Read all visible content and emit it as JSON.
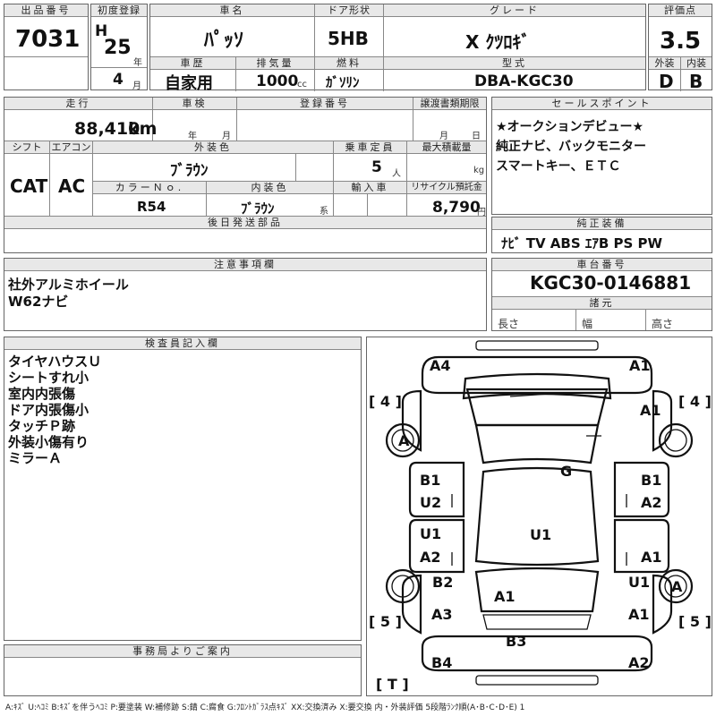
{
  "header": {
    "lot_label": "出品番号",
    "lot": "7031",
    "reg_label": "初度登録",
    "era": "H",
    "reg_year": "25",
    "year_unit": "年",
    "reg_month": "4",
    "month_unit": "月",
    "name_label": "車名",
    "name": "ﾊﾟｯｿ",
    "door_label": "ドア形状",
    "door": "5HB",
    "grade_label": "グレード",
    "grade": "X ｸﾂﾛｷﾞ",
    "score_label": "評価点",
    "score": "3.5",
    "history_label": "車歴",
    "history": "自家用",
    "disp_label": "排気量",
    "disp": "1000",
    "disp_unit": "cc",
    "fuel_label": "燃料",
    "fuel": "ｶﾞｿﾘﾝ",
    "model_label": "型式",
    "model": "DBA-KGC30",
    "ext_label": "外装",
    "ext": "D",
    "int_label": "内装",
    "int": "B"
  },
  "row2": {
    "mileage_label": "走行",
    "mileage": "88,410",
    "mileage_unit": "km",
    "inspection_label": "車検",
    "insp_year_unit": "年",
    "insp_month_unit": "月",
    "plate_label": "登録番号",
    "transfer_label": "譲渡書類期限",
    "transfer_month": "月",
    "transfer_day": "日",
    "sales_label": "セールスポイント",
    "sales": [
      "★オークションデビュー★",
      "純正ナビ、バックモニター",
      "スマートキー、ＥＴＣ"
    ]
  },
  "row3": {
    "shift_label": "シフト",
    "shift": "CAT",
    "ac_label": "エアコン",
    "ac": "AC",
    "color_label": "外装色",
    "color": "ﾌﾞﾗｳﾝ",
    "capacity_label": "乗車定員",
    "capacity": "5",
    "capacity_unit": "人",
    "load_label": "最大積載量",
    "load_unit": "kg",
    "color_no_label": "カラーＮｏ.",
    "color_no": "R54",
    "int_color_label": "内装色",
    "int_color": "ﾌﾞﾗｳﾝ",
    "int_color_unit": "系",
    "import_label": "輸入車",
    "recycle_label": "リサイクル預託金",
    "recycle": "8,790",
    "recycle_unit": "円",
    "later_label": "後日発送部品"
  },
  "equipment": {
    "label": "純正装備",
    "value": "ﾅﾋﾞ TV ABS ｴｱB PS PW"
  },
  "caution": {
    "label": "注意事項欄",
    "lines": [
      "社外アルミホイール",
      "W62ナビ"
    ]
  },
  "chassis": {
    "label": "車台番号",
    "value": "KGC30-0146881",
    "dims_label": "諸元",
    "length": "長さ",
    "width": "幅",
    "height": "高さ"
  },
  "inspector": {
    "label": "検査員記入欄",
    "lines": [
      "タイヤハウスＵ",
      "シートすれ小",
      "室内内張傷",
      "ドア内張傷小",
      "タッチＰ跡",
      "外装小傷有り",
      "ミラーＡ"
    ]
  },
  "office": {
    "label": "事務局よりご案内"
  },
  "diagram": {
    "labels": {
      "front_left": "A4",
      "front_right": "A1",
      "bracket_fl": "[ 4 ]",
      "bracket_fr": "[ 4 ]",
      "fender_r": "A1",
      "tire_fl": "A",
      "roof": "G",
      "door_lb1": "B1",
      "door_lu2": "U2",
      "door_rb1": "B1",
      "door_ra2": "A2",
      "door_lu1": "U1",
      "door_la2": "A2",
      "floor": "U1",
      "door_ra1": "A1",
      "qtr_lb2": "B2",
      "qtr_ru1": "U1",
      "tire_rr": "A",
      "glass_rear": "A1",
      "qtr_la3": "A3",
      "qtr_ra1": "A1",
      "bracket_rl": "[ 5 ]",
      "bracket_rr": "[ 5 ]",
      "rear_center": "B3",
      "rear_left": "B4",
      "rear_right": "A2",
      "bracket_t": "[ T ]"
    }
  },
  "legend": "A:ｷｽﾞ U:ﾍｺﾐ B:ｷｽﾞを伴うﾍｺﾐ P:要塗装 W:補修跡 S:錆 C:腐食 G:ﾌﾛﾝﾄｶﾞﾗｽ点ｷｽﾞ XX:交換済み X:要交換 内・外装評価 5段階ﾗﾝｸ順(A･B･C･D･E) 1"
}
